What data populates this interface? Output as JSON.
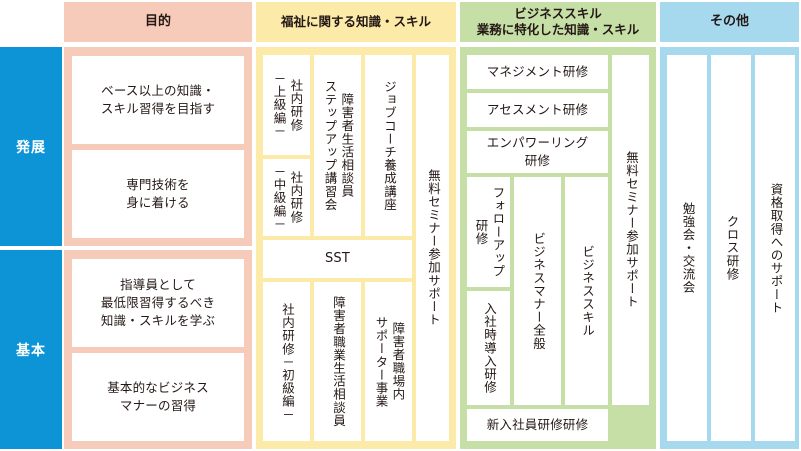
{
  "colors": {
    "purpose": "#f6cbb9",
    "welfare": "#fbeaa8",
    "business": "#c6dfa6",
    "other": "#a6d9ed",
    "stage": "#0d94d6",
    "text": "#231815"
  },
  "headers": [
    {
      "id": "purpose",
      "label": "目的"
    },
    {
      "id": "welfare",
      "label": "福祉に関する知識・スキル"
    },
    {
      "id": "business",
      "label": "ビジネススキル\n業務に特化した知識・スキル"
    },
    {
      "id": "other",
      "label": "その他"
    }
  ],
  "stages": [
    {
      "id": "advanced",
      "label": "発展"
    },
    {
      "id": "basic",
      "label": "基本"
    }
  ],
  "purpose_column": {
    "advanced": [
      "ベース以上の知識・\nスキル習得を目指す",
      "専門技術を\n身に着ける"
    ],
    "basic": [
      "指導員として\n最低限習得するべき\n知識・スキルを学ぶ",
      "基本的なビジネス\nマナーの習得"
    ]
  },
  "welfare_column": {
    "advanced_items": [
      "社内研修\n－上級編－",
      "社内研修\n－中級編－",
      "障害者生活相談員\nステップアップ講習会",
      "ジョブコーチ養成講座"
    ],
    "middle_item": "SST",
    "basic_items": [
      "社内研修－初級編－",
      "障害者職業生活相談員",
      "障害者職場内\nサポーター事業"
    ],
    "full_height_item": "無料セミナー参加サポート"
  },
  "business_column": {
    "top_items": [
      "マネジメント研修",
      "アセスメント研修",
      "エンパワーリング\n研修"
    ],
    "vertical_items": [
      "フォローアップ\n研修",
      "入社時導入研修",
      "ビジネスマナー全般",
      "ビジネススキル"
    ],
    "bottom_item": "新入社員研修研修",
    "full_height_item": "無料セミナー参加サポート"
  },
  "other_column": {
    "items": [
      "勉強会・交流会",
      "クロス研修",
      "資格取得へのサポート"
    ]
  }
}
